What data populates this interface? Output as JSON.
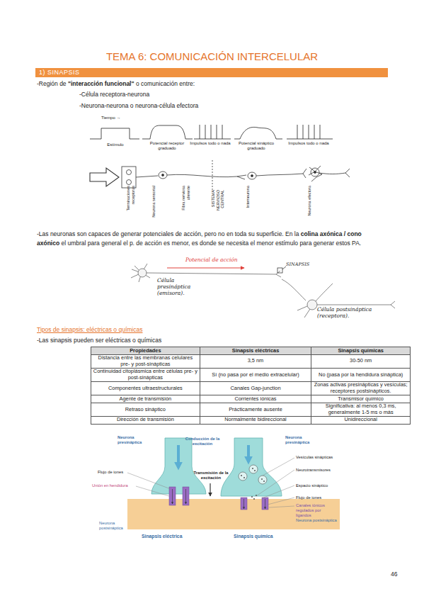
{
  "diagram": {
    "title": "TEMA 6: COMUNICACIÓN INTERCELULAR",
    "nodes": [
      {
        "text": [
          "1) SINAPSIS"
        ]
      }
    ],
    "labels": [
      "-Región de",
      "\"interacción funcional\"",
      "o comunicación entre:",
      "-Célula receptora-neurona",
      "-Neurona-neurona o neurona-célula efectora",
      "Tiempo →",
      "Estímulo",
      "Potencial receptor graduado",
      "Impulsos todo o nada",
      "Potencial sináptico graduado",
      "Impulsos todo o nada",
      "Terminaciones receptoras",
      "Neurona sensorial",
      "Fibra nerviosa aferente",
      "SISTEMA NERVIOSO CENTRAL",
      "Interneurona",
      "Neurona efectora",
      "-Las neuronas son capaces de generar potenciales de acción, pero no en toda su superficie. En la",
      "colina axónica / cono axónico",
      "el umbral para general el p. de acción es menor, es donde se necesita el menor estímulo para generar estos PA.",
      "Potencial de acción",
      "SINAPSIS",
      "Célula presináptica (emisora).",
      "Célula postsináptica (receptora).",
      "Tipos de sinapsis: eléctricas o químicas",
      "-Las sinapsis pueden ser eléctricas o químicas",
      "Propiedades",
      "Sinapsis eléctricas",
      "Sinapsis químicas",
      "Distancia entre las membranas celulares pre- y post-sinápticas",
      "3,5 nm",
      "30-50 nm",
      "Continuidad citoplásmica entre células pre- y post-sinápticas",
      "Sí (no pasa por el medio extracelular)",
      "No (pasa por la hendidura sináptica)",
      "Componentes ultraestructurales",
      "Canales Gap-junction",
      "Zonas activas presinápticas y vesículas; receptores postsinápticos.",
      "Agente de transmisión",
      "Corrientes iónicas",
      "Transmisor químico",
      "Retraso sináptico",
      "Prácticamente ausente",
      "Significativa: al menos 0,3 ms, generalmente 1-5 ms o más",
      "Dirección de transmisión",
      "Normalmente bidireccional",
      "Unidireccional",
      "Neurona presináptica",
      "Conducción de la excitación",
      "Neurona presináptica",
      "Vesículas sinápticas",
      "Flujo de iones",
      "Transmisión de la excitación",
      "Neurotransmisores",
      "Unión en hendidura",
      "Espacio sináptico",
      "Flujo de iones",
      "Canales iónicos regulados por ligandos",
      "Neurona postsináptica",
      "Neurona postsináptica",
      "Sinapsis eléctrica",
      "Sinapsis química",
      "46"
    ]
  }
}
